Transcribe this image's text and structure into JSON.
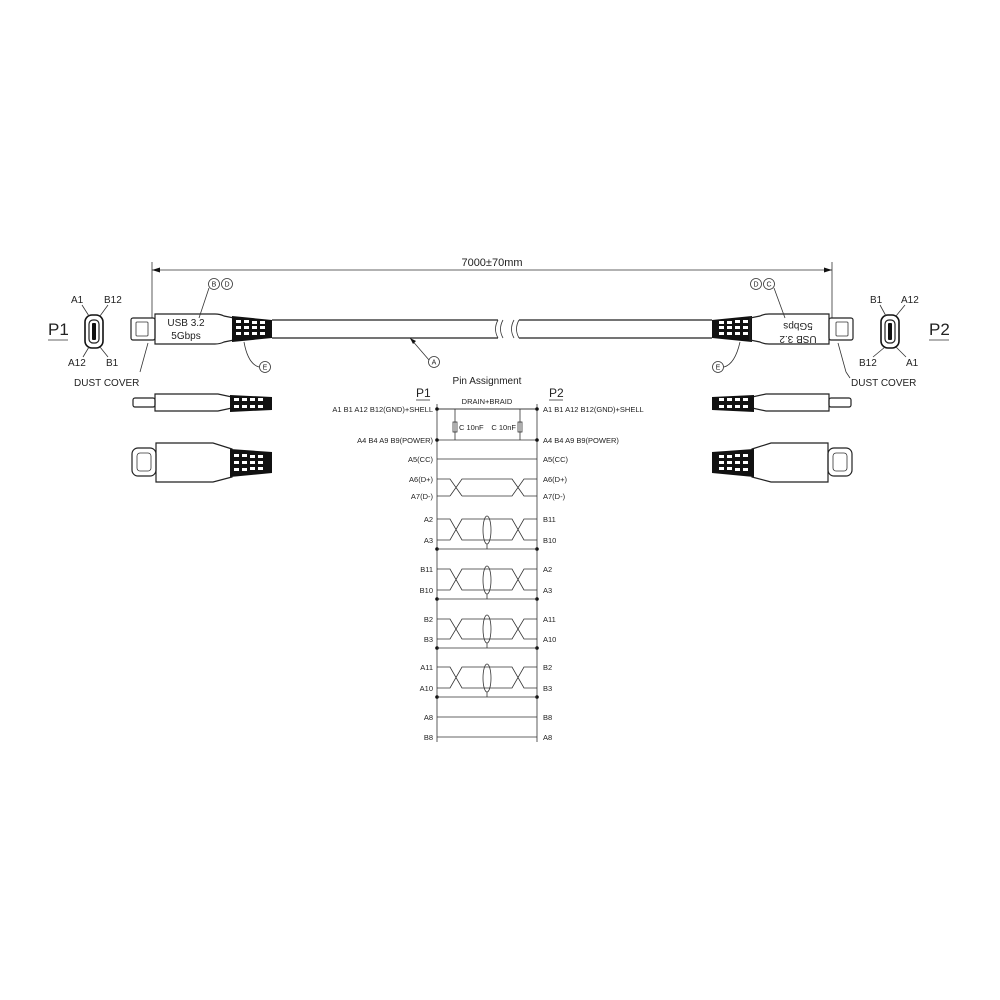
{
  "dimension": {
    "length": "7000±70mm"
  },
  "balloons": {
    "a": "A",
    "b": "B",
    "c": "C",
    "d": "D",
    "e": "E"
  },
  "left_end": {
    "tag": "P1",
    "dust_cover": "DUST COVER",
    "label_line1": "USB 3.2",
    "label_line2": "5Gbps",
    "pins": {
      "tl": "A1",
      "tr": "B12",
      "bl": "A12",
      "br": "B1"
    }
  },
  "right_end": {
    "tag": "P2",
    "dust_cover": "DUST COVER",
    "label_line1": "USB 3.2",
    "label_line2": "5Gbps",
    "pins": {
      "tl": "B1",
      "tr": "A12",
      "bl": "B12",
      "br": "A1"
    }
  },
  "pin_assignment": {
    "title": "Pin Assignment",
    "p1": "P1",
    "p2": "P2",
    "drain": "DRAIN+BRAID",
    "cap_left": "C 10nF",
    "cap_right": "C 10nF",
    "rows": [
      {
        "left": "A1 B1 A12 B12(GND)+SHELL",
        "right": "A1 B1 A12 B12(GND)+SHELL"
      },
      {
        "left": "A4 B4 A9 B9(POWER)",
        "right": "A4 B4 A9 B9(POWER)"
      },
      {
        "left": "A5(CC)",
        "right": "A5(CC)"
      },
      {
        "left": "A6(D+)",
        "right": "A6(D+)"
      },
      {
        "left": "A7(D-)",
        "right": "A7(D-)"
      },
      {
        "left": "A2",
        "right": "B11"
      },
      {
        "left": "A3",
        "right": "B10"
      },
      {
        "left": "B11",
        "right": "A2"
      },
      {
        "left": "B10",
        "right": "A3"
      },
      {
        "left": "B2",
        "right": "A11"
      },
      {
        "left": "B3",
        "right": "A10"
      },
      {
        "left": "A11",
        "right": "B2"
      },
      {
        "left": "A10",
        "right": "B3"
      },
      {
        "left": "A8",
        "right": "B8"
      },
      {
        "left": "B8",
        "right": "A8"
      }
    ]
  }
}
